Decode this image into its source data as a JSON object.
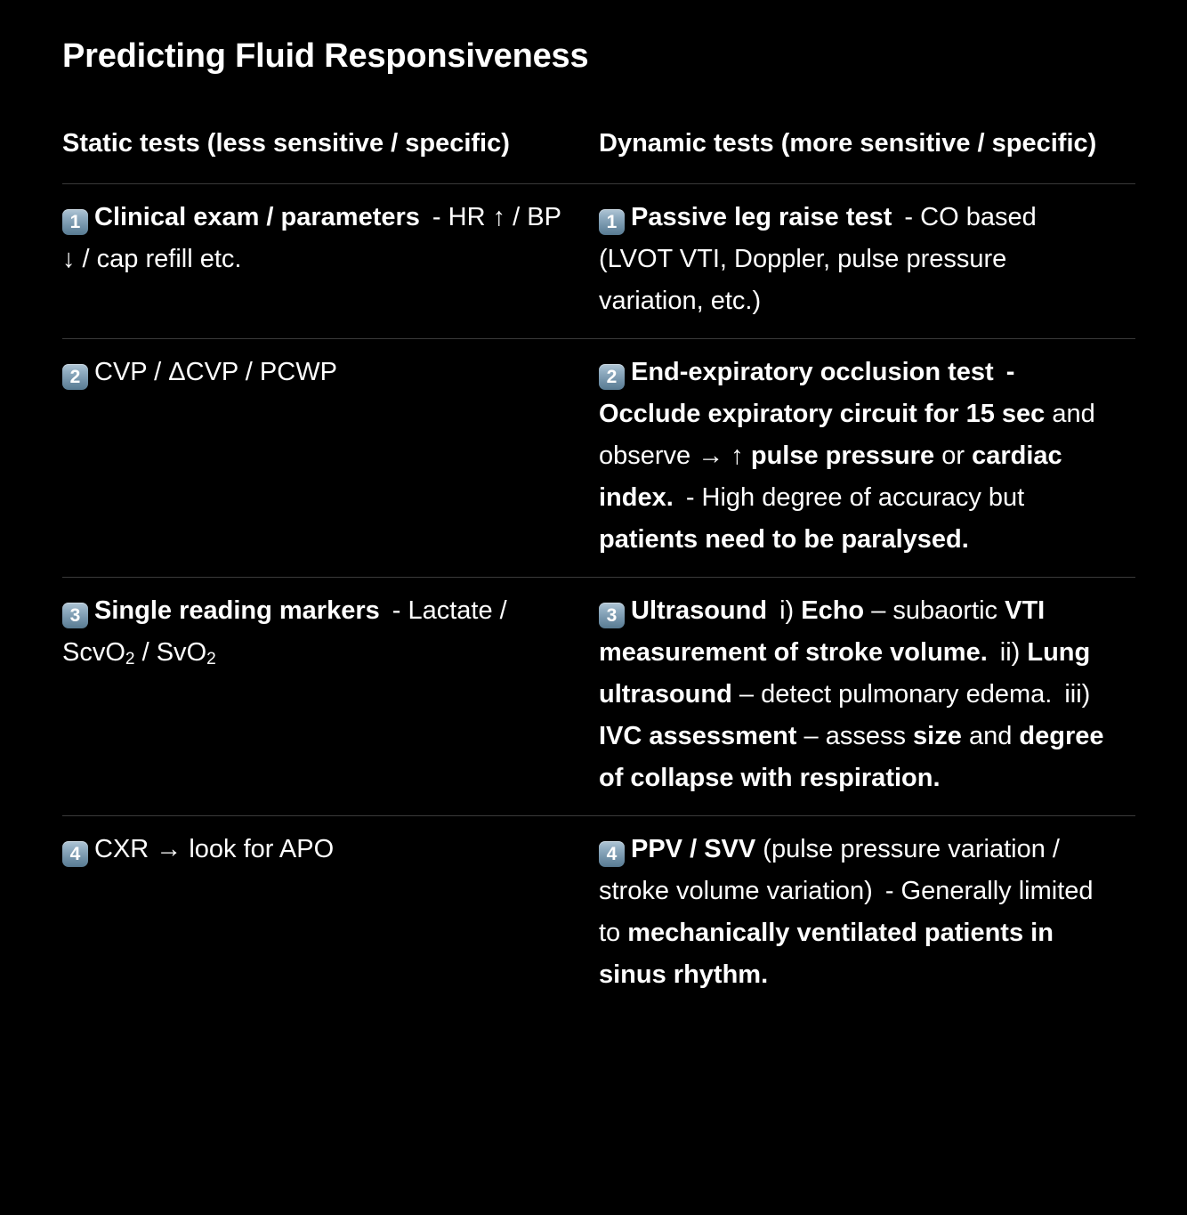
{
  "page": {
    "title": "Predicting Fluid Responsiveness",
    "background_color": "#000000",
    "text_color": "#ffffff",
    "divider_color": "#3a3a3a",
    "badge_color_top": "#b2c7d6",
    "badge_color_bottom": "#587b92"
  },
  "table": {
    "columns": [
      {
        "header": "Static tests (less sensitive / specific)"
      },
      {
        "header": "Dynamic tests (more sensitive / specific)"
      }
    ],
    "rows": [
      {
        "static": {
          "badge": "1",
          "bold_lead": "Clinical exam / parameters",
          "rest": "-  HR ↑ / BP ↓ / cap refill etc."
        },
        "dynamic": {
          "badge": "1",
          "bold_lead": "Passive leg raise test",
          "rest": "- CO based (LVOT VTI, Doppler, pulse pressure variation, etc.)"
        }
      },
      {
        "static": {
          "badge": "2",
          "bold_lead": "",
          "rest": "CVP / ΔCVP / PCWP"
        },
        "dynamic": {
          "badge": "2",
          "bold_lead": "End-expiratory occlusion test",
          "rest": "- Occlude expiratory circuit for 15 sec and observe → ↑ pulse pressure or cardiac index.  - High degree of accuracy but patients need to be paralysed."
        }
      },
      {
        "static": {
          "badge": "3",
          "bold_lead": "Single reading markers",
          "rest": "-  Lactate / ScvO₂ / SvO₂"
        },
        "dynamic": {
          "badge": "3",
          "bold_lead": "Ultrasound",
          "rest": "i) Echo – subaortic VTI measurement of stroke volume.  ii) Lung ultrasound – detect pulmonary edema.  iii) IVC assessment – assess size and degree of collapse with respiration."
        }
      },
      {
        "static": {
          "badge": "4",
          "bold_lead": "",
          "rest": "CXR → look for APO"
        },
        "dynamic": {
          "badge": "4",
          "bold_lead": "PPV / SVV",
          "rest": "(pulse pressure variation / stroke volume variation)  - Generally limited to mechanically ventilated patients in sinus rhythm."
        }
      }
    ],
    "cell_segments": {
      "r1c1": [
        {
          "text": "Clinical exam / parameters",
          "bold": true
        },
        {
          "text": "-",
          "bold": false,
          "gap_before": true
        },
        {
          "text": "HR ↑ / BP ↓ / cap refill etc.",
          "bold": false
        }
      ],
      "r1c2": [
        {
          "text": "Passive leg raise test",
          "bold": true
        },
        {
          "text": "- CO based (LVOT VTI, Doppler, pulse pressure variation, etc.)",
          "bold": false,
          "gap_before": true
        }
      ],
      "r2c1": [
        {
          "text": "CVP / ΔCVP / PCWP",
          "bold": false
        }
      ],
      "r2c2": [
        {
          "text": "End-expiratory occlusion test",
          "bold": true
        },
        {
          "text": "- Occlude expiratory circuit for 15 sec",
          "bold": true,
          "gap_before": true
        },
        {
          "text": "and observe → ↑",
          "bold": false
        },
        {
          "text": "pulse pressure",
          "bold": true
        },
        {
          "text": "or",
          "bold": false
        },
        {
          "text": "cardiac index.",
          "bold": true
        },
        {
          "text": "- High degree of accuracy but",
          "bold": false,
          "gap_before": true
        },
        {
          "text": "patients need to be paralysed.",
          "bold": true
        }
      ],
      "r3c1": [
        {
          "text": "Single reading markers",
          "bold": true
        },
        {
          "text": "-",
          "bold": false,
          "gap_before": true
        },
        {
          "text": "Lactate / ScvO2 / SvO2",
          "bold": false
        }
      ],
      "r3c2": [
        {
          "text": "Ultrasound",
          "bold": true
        },
        {
          "text": "i)",
          "bold": false,
          "gap_before": true
        },
        {
          "text": "Echo",
          "bold": true
        },
        {
          "text": "– subaortic",
          "bold": false
        },
        {
          "text": "VTI measurement of stroke volume.",
          "bold": true
        },
        {
          "text": "ii)",
          "bold": false,
          "gap_before": true
        },
        {
          "text": "Lung ultrasound",
          "bold": true
        },
        {
          "text": "– detect pulmonary edema.",
          "bold": false
        },
        {
          "text": "iii)",
          "bold": false,
          "gap_before": true
        },
        {
          "text": "IVC assessment",
          "bold": true
        },
        {
          "text": "– assess",
          "bold": false
        },
        {
          "text": "size",
          "bold": true
        },
        {
          "text": "and",
          "bold": false
        },
        {
          "text": "degree of collapse with respiration.",
          "bold": true
        }
      ],
      "r4c1": [
        {
          "text": "CXR → look for APO",
          "bold": false
        }
      ],
      "r4c2": [
        {
          "text": "PPV / SVV",
          "bold": true
        },
        {
          "text": "(pulse pressure variation / stroke volume variation)",
          "bold": false
        },
        {
          "text": "- Generally limited to",
          "bold": false,
          "gap_before": true
        },
        {
          "text": "mechanically ventilated patients in sinus rhythm.",
          "bold": true
        }
      ]
    }
  }
}
